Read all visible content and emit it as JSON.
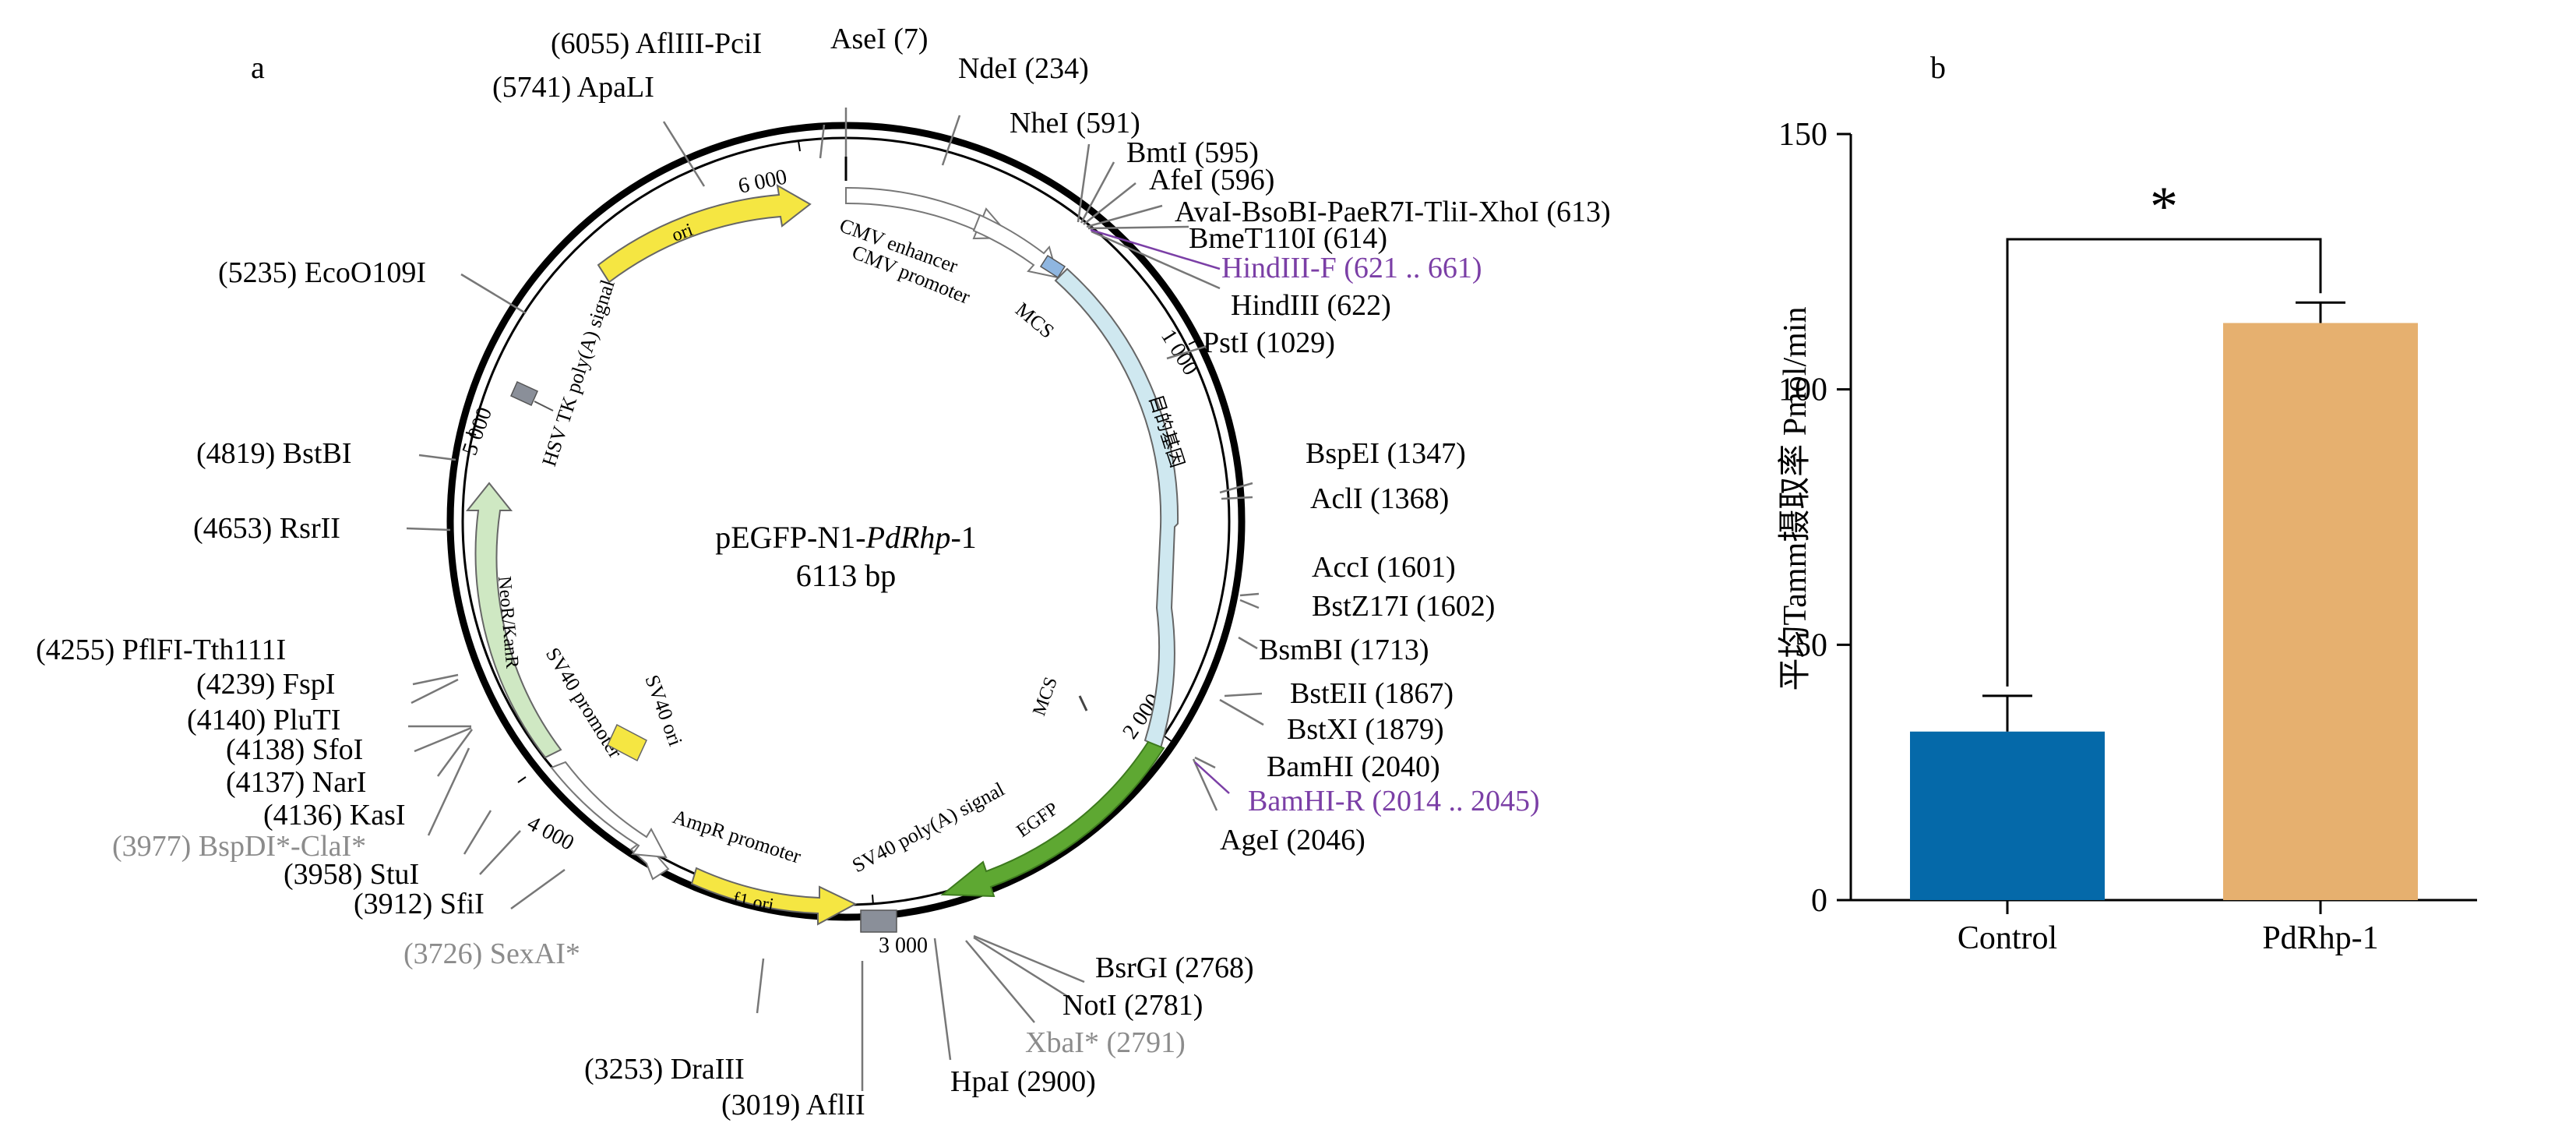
{
  "panel_a": {
    "label": "a",
    "plasmid_name_prefix": "pEGFP-N1-",
    "plasmid_name_italic": "PdRhp",
    "plasmid_name_suffix": "-1",
    "size": "6113 bp",
    "scale_ticks": [
      "1 000",
      "2 000",
      "3 000",
      "4 000",
      "5 000",
      "6 000"
    ],
    "features": [
      "CMV enhancer",
      "CMV promoter",
      "MCS",
      "目的基因",
      "EGFP",
      "SV40 poly(A) signal",
      "f1 ori",
      "AmpR promoter",
      "SV40 promoter",
      "SV40 ori",
      "NeoR/KanR",
      "HSV TK poly(A) signal",
      "ori",
      "MCS"
    ],
    "sites": [
      {
        "label": "(6055) AflIII-PciI",
        "color": "#000000"
      },
      {
        "label": "AseI (7)",
        "color": "#000000"
      },
      {
        "label": "NdeI (234)",
        "color": "#000000"
      },
      {
        "label": "(5741) ApaLI",
        "color": "#000000"
      },
      {
        "label": "NheI (591)",
        "color": "#000000"
      },
      {
        "label": "BmtI (595)",
        "color": "#000000"
      },
      {
        "label": "AfeI (596)",
        "color": "#000000"
      },
      {
        "label": "AvaI-BsoBI-PaeR7I-TliI-XhoI (613)",
        "color": "#000000"
      },
      {
        "label": "BmeT110I (614)",
        "color": "#000000"
      },
      {
        "label": "HindIII-F (621 .. 661)",
        "color": "#7b3fa6"
      },
      {
        "label": "HindIII (622)",
        "color": "#000000"
      },
      {
        "label": "(5235) EcoO109I",
        "color": "#000000"
      },
      {
        "label": "PstI (1029)",
        "color": "#000000"
      },
      {
        "label": "(4819) BstBI",
        "color": "#000000"
      },
      {
        "label": "BspEI (1347)",
        "color": "#000000"
      },
      {
        "label": "AclI (1368)",
        "color": "#000000"
      },
      {
        "label": "(4653) RsrII",
        "color": "#000000"
      },
      {
        "label": "AccI (1601)",
        "color": "#000000"
      },
      {
        "label": "BstZ17I (1602)",
        "color": "#000000"
      },
      {
        "label": "BsmBI (1713)",
        "color": "#000000"
      },
      {
        "label": "(4255) PflFI-Tth111I",
        "color": "#000000"
      },
      {
        "label": "(4239) FspI",
        "color": "#000000"
      },
      {
        "label": "BstEII (1867)",
        "color": "#000000"
      },
      {
        "label": "(4140) PluTI",
        "color": "#000000"
      },
      {
        "label": "BstXI (1879)",
        "color": "#000000"
      },
      {
        "label": "(4138) SfoI",
        "color": "#000000"
      },
      {
        "label": "BamHI (2040)",
        "color": "#000000"
      },
      {
        "label": "(4137) NarI",
        "color": "#000000"
      },
      {
        "label": "BamHI-R (2014 .. 2045)",
        "color": "#7b3fa6"
      },
      {
        "label": "(4136) KasI",
        "color": "#000000"
      },
      {
        "label": "AgeI (2046)",
        "color": "#000000"
      },
      {
        "label": "(3977) BspDI*-ClaI*",
        "color": "#8c8c8c"
      },
      {
        "label": "(3958) StuI",
        "color": "#000000"
      },
      {
        "label": "(3912) SfiI",
        "color": "#000000"
      },
      {
        "label": "(3726) SexAI*",
        "color": "#8c8c8c"
      },
      {
        "label": "BsrGI (2768)",
        "color": "#000000"
      },
      {
        "label": "NotI (2781)",
        "color": "#000000"
      },
      {
        "label": "XbaI* (2791)",
        "color": "#8c8c8c"
      },
      {
        "label": "HpaI (2900)",
        "color": "#000000"
      },
      {
        "label": "(3253) DraIII",
        "color": "#000000"
      },
      {
        "label": "(3019) AflII",
        "color": "#000000"
      }
    ]
  },
  "panel_b": {
    "label": "b",
    "significance": "*",
    "chart_data": {
      "type": "bar",
      "categories": [
        "Control",
        "PdRhp-1"
      ],
      "values": [
        33,
        113
      ],
      "errors": [
        7,
        4
      ],
      "colors": [
        "#0569a9",
        "#e6b06f"
      ],
      "ylabel": "平均Tamm摄取率 Pmol/min",
      "ylim": [
        0,
        150
      ],
      "yticks": [
        0,
        50,
        100,
        150
      ],
      "grid": false
    }
  }
}
